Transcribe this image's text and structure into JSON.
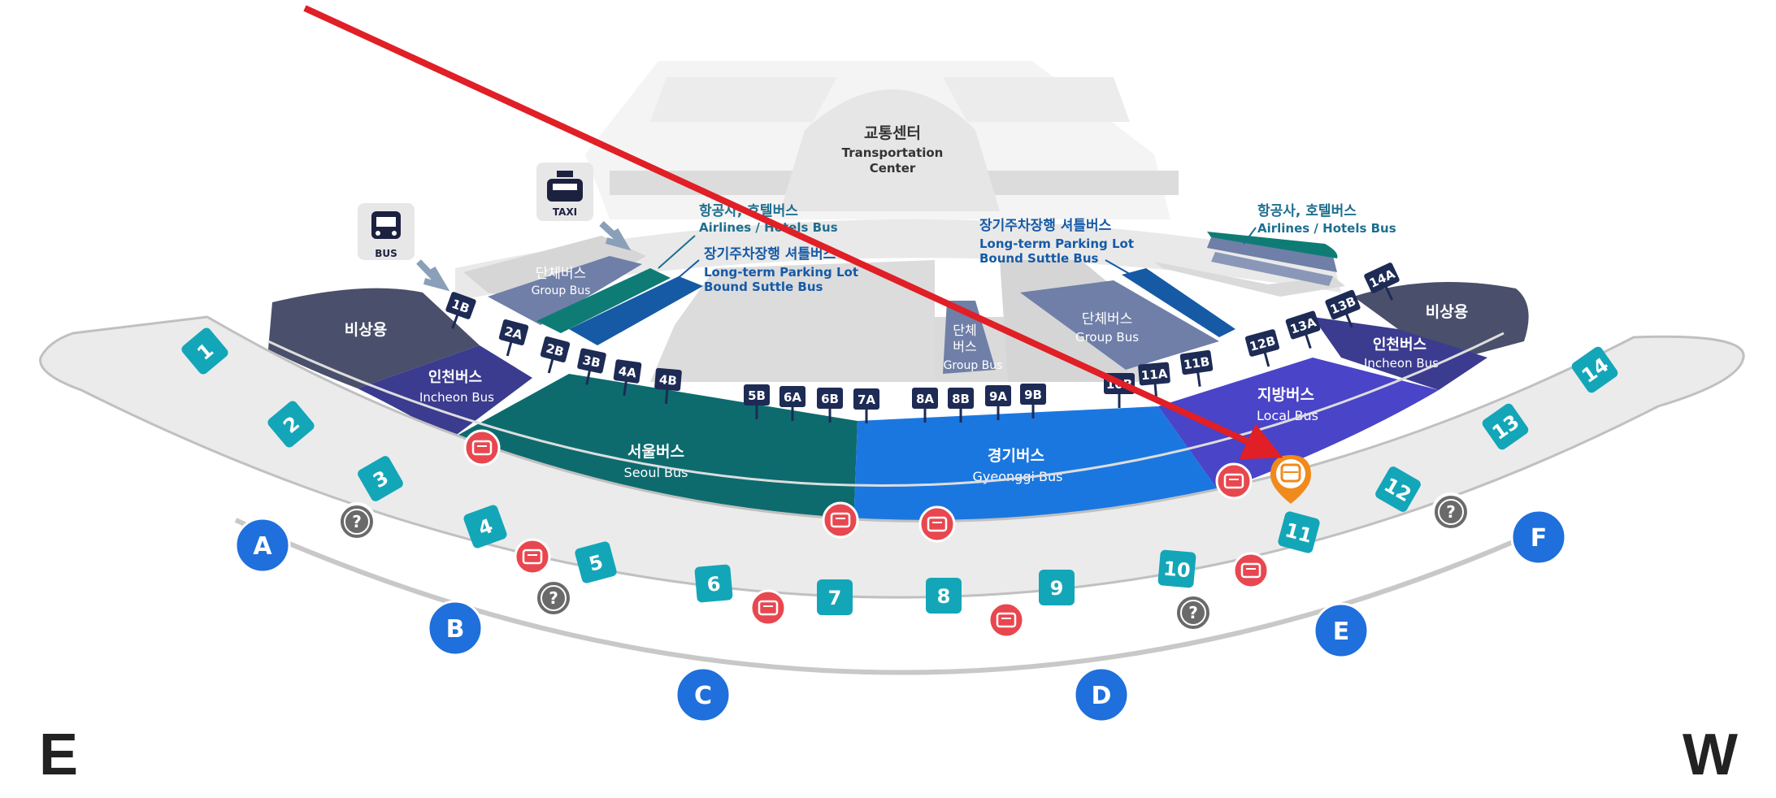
{
  "transport_center": {
    "title_ko": "교통센터",
    "title_en_1": "Transportation",
    "title_en_2": "Center"
  },
  "icons": {
    "bus_label": "BUS",
    "taxi_label": "TAXI"
  },
  "zones": {
    "emergency_left": "비상용",
    "emergency_right": "비상용",
    "incheon_left_ko": "인천버스",
    "incheon_left_en": "Incheon Bus",
    "incheon_right_ko": "인천버스",
    "incheon_right_en": "Incheon Bus",
    "seoul_ko": "서울버스",
    "seoul_en": "Seoul Bus",
    "gyeonggi_ko": "경기버스",
    "gyeonggi_en": "Gyeonggi Bus",
    "local_ko": "지방버스",
    "local_en": "Local Bus",
    "group_left_ko": "단체버스",
    "group_left_en": "Group Bus",
    "group_mid_ko_1": "단체",
    "group_mid_ko_2": "버스",
    "group_mid_en": "Group Bus",
    "group_right_ko": "단체버스",
    "group_right_en": "Group Bus"
  },
  "callouts": {
    "airlines_left_ko": "항공사, 호텔버스",
    "airlines_left_en": "Airlines / Hotels Bus",
    "parking_left_ko": "장기주차장행 셔틀버스",
    "parking_left_en_1": "Long-term Parking Lot",
    "parking_left_en_2": "Bound Suttle Bus",
    "parking_right_ko": "장기주차장행 셔틀버스",
    "parking_right_en_1": "Long-term Parking Lot",
    "parking_right_en_2": "Bound Suttle Bus",
    "airlines_right_ko": "항공사, 호텔버스",
    "airlines_right_en": "Airlines / Hotels Bus"
  },
  "stops": [
    "1B",
    "2A",
    "2B",
    "3B",
    "4A",
    "4B",
    "5B",
    "6A",
    "6B",
    "7A",
    "8A",
    "8B",
    "9A",
    "9B",
    "10B",
    "11A",
    "11B",
    "12B",
    "13A",
    "13B",
    "14A"
  ],
  "doors": [
    "1",
    "2",
    "3",
    "4",
    "5",
    "6",
    "7",
    "8",
    "9",
    "10",
    "11",
    "12",
    "13",
    "14"
  ],
  "gates": [
    "A",
    "B",
    "C",
    "D",
    "E",
    "F"
  ],
  "info_glyph": "?",
  "compass": {
    "left": "E",
    "right": "W"
  },
  "colors": {
    "teal_door": "#13a6b8",
    "gate_blue": "#1f6fdc",
    "arrow_red": "#e01f26",
    "marker_orange": "#f08a1c",
    "ticket_red": "#e8474f"
  }
}
